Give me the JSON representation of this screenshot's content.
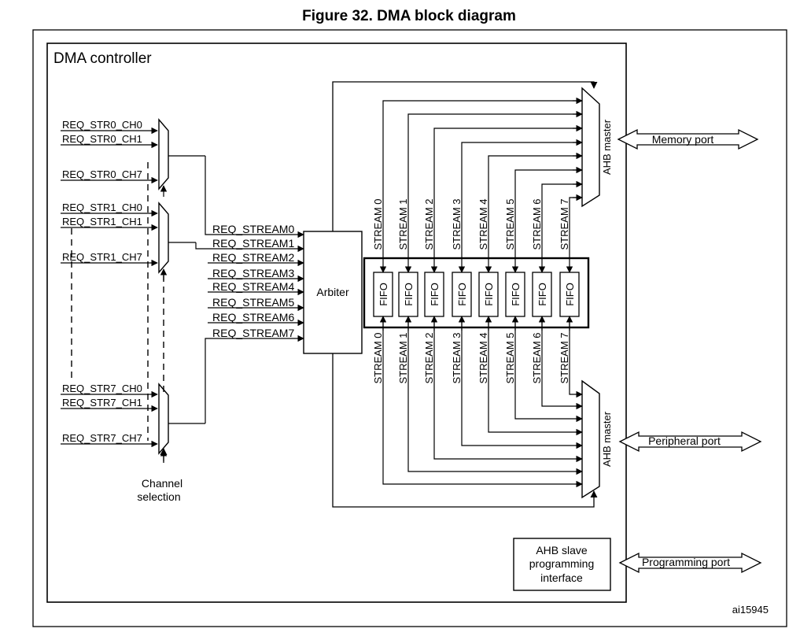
{
  "figure_title": "Figure 32. DMA block diagram",
  "controller_label": "DMA controller",
  "inputs": {
    "str0": [
      "REQ_STR0_CH0",
      "REQ_STR0_CH1",
      "REQ_STR0_CH7"
    ],
    "str1": [
      "REQ_STR1_CH0",
      "REQ_STR1_CH1",
      "REQ_STR1_CH7"
    ],
    "str7": [
      "REQ_STR7_CH0",
      "REQ_STR7_CH1",
      "REQ_STR7_CH7"
    ]
  },
  "channel_selection": [
    "Channel",
    "selection"
  ],
  "req_streams": [
    "REQ_STREAM0",
    "REQ_STREAM1",
    "REQ_STREAM2",
    "REQ_STREAM3",
    "REQ_STREAM4",
    "REQ_STREAM5",
    "REQ_STREAM6",
    "REQ_STREAM7"
  ],
  "arbiter_label": "Arbiter",
  "streams": [
    "STREAM 0",
    "STREAM 1",
    "STREAM 2",
    "STREAM 3",
    "STREAM 4",
    "STREAM 5",
    "STREAM 6",
    "STREAM 7"
  ],
  "fifo_label": "FIFO",
  "ahb_master_label": "AHB master",
  "ahb_slave_lines": [
    "AHB slave",
    "programming",
    "interface"
  ],
  "ports": {
    "memory": "Memory port",
    "peripheral": "Peripheral port",
    "programming": "Programming port"
  },
  "figure_id": "ai15945"
}
